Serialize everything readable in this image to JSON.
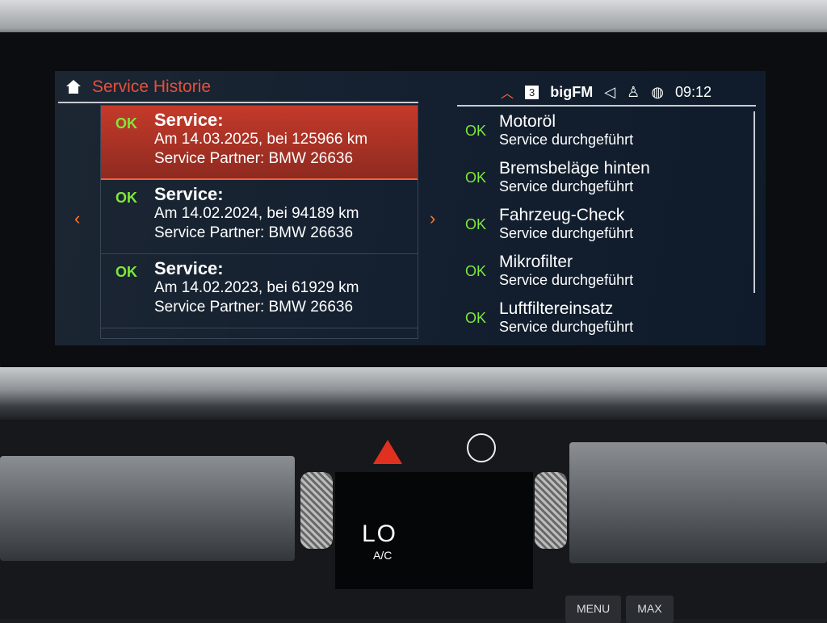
{
  "header": {
    "title": "Service Historie"
  },
  "status_bar": {
    "preset": "3",
    "station": "bigFM",
    "time": "09:12"
  },
  "history": [
    {
      "status": "OK",
      "title": "Service:",
      "date_line": "Am 14.03.2025, bei 125966 km",
      "partner": "Service Partner: BMW 26636"
    },
    {
      "status": "OK",
      "title": "Service:",
      "date_line": "Am 14.02.2024, bei 94189 km",
      "partner": "Service Partner: BMW 26636"
    },
    {
      "status": "OK",
      "title": "Service:",
      "date_line": "Am 14.02.2023, bei 61929 km",
      "partner": "Service Partner: BMW 26636"
    }
  ],
  "details": [
    {
      "status": "OK",
      "name": "Motoröl",
      "state": "Service durchgeführt"
    },
    {
      "status": "OK",
      "name": "Bremsbeläge hinten",
      "state": "Service durchgeführt"
    },
    {
      "status": "OK",
      "name": "Fahrzeug-Check",
      "state": "Service durchgeführt"
    },
    {
      "status": "OK",
      "name": "Mikrofilter",
      "state": "Service durchgeführt"
    },
    {
      "status": "OK",
      "name": "Luftfiltereinsatz",
      "state": "Service durchgeführt"
    }
  ],
  "climate": {
    "temp": "LO",
    "ac": "A/C"
  },
  "buttons": {
    "menu": "MENU",
    "max": "MAX"
  }
}
